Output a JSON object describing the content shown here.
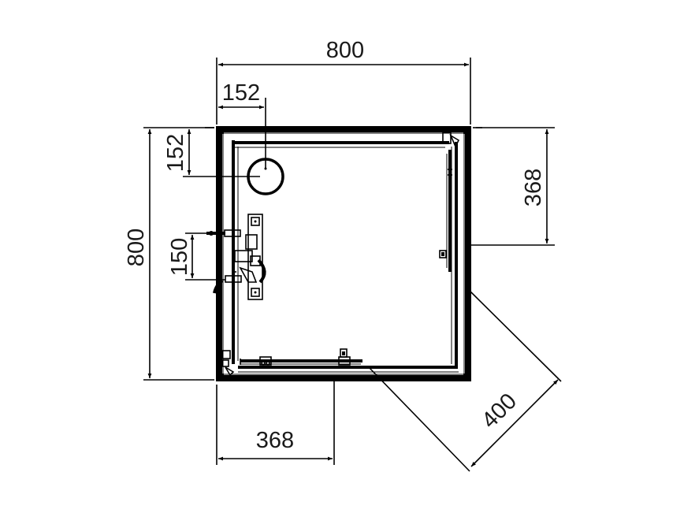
{
  "drawing": {
    "title": "Shower tray plan view with dimensions",
    "line_color": "#000000",
    "text_color": "#1a1a1a",
    "background": "#ffffff"
  },
  "dimensions": {
    "overall_width": {
      "value": "800",
      "orientation": "horizontal",
      "position": "top"
    },
    "overall_depth": {
      "value": "800",
      "orientation": "vertical",
      "position": "left"
    },
    "drain_offset_x": {
      "value": "152",
      "orientation": "horizontal",
      "position": "top-left"
    },
    "drain_offset_y": {
      "value": "152",
      "orientation": "vertical",
      "position": "left"
    },
    "hinge_spacing": {
      "value": "150",
      "orientation": "vertical",
      "position": "left"
    },
    "right_door_width": {
      "value": "368",
      "orientation": "vertical",
      "position": "right"
    },
    "front_door_width": {
      "value": "368",
      "orientation": "horizontal",
      "position": "bottom"
    },
    "corner_entry": {
      "value": "400",
      "orientation": "diagonal",
      "position": "bottom-right"
    }
  },
  "components": {
    "drain": {
      "label": "drain-circle"
    },
    "hinge_assembly": {
      "label": "hinge-bracket"
    }
  }
}
